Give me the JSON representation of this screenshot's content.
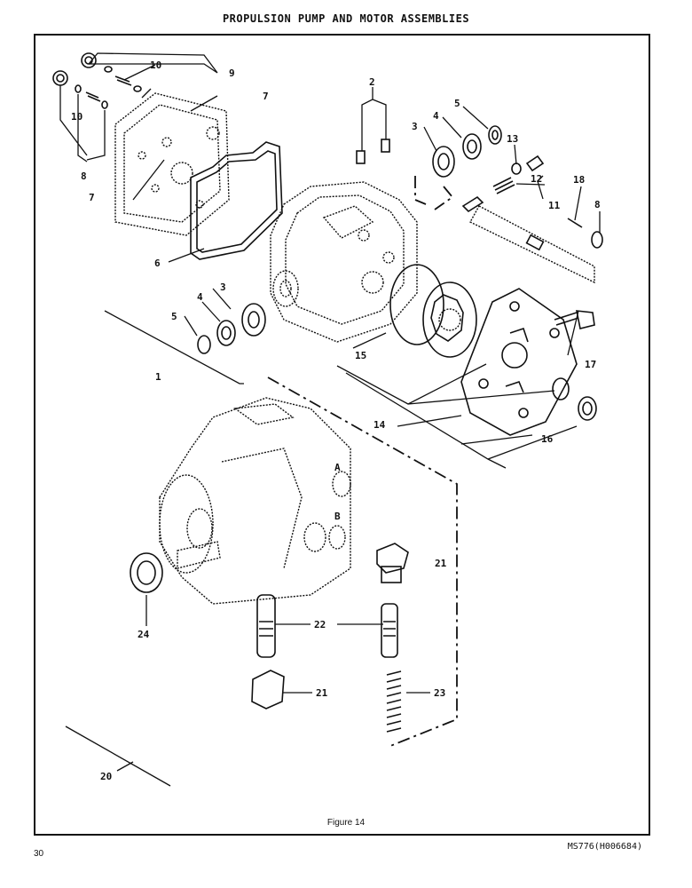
{
  "page_title": "PROPULSION PUMP AND MOTOR ASSEMBLIES",
  "figure_caption": "Figure 14",
  "page_number": "30",
  "document_id": "MS776(H006684)",
  "callouts": [
    {
      "id": "c1",
      "label": "1"
    },
    {
      "id": "c2",
      "label": "2"
    },
    {
      "id": "c3a",
      "label": "3"
    },
    {
      "id": "c3b",
      "label": "3"
    },
    {
      "id": "c4a",
      "label": "4"
    },
    {
      "id": "c4b",
      "label": "4"
    },
    {
      "id": "c5a",
      "label": "5"
    },
    {
      "id": "c5b",
      "label": "5"
    },
    {
      "id": "c6",
      "label": "6"
    },
    {
      "id": "c7a",
      "label": "7"
    },
    {
      "id": "c7b",
      "label": "7"
    },
    {
      "id": "c8a",
      "label": "8"
    },
    {
      "id": "c8b",
      "label": "8"
    },
    {
      "id": "c9",
      "label": "9"
    },
    {
      "id": "c10a",
      "label": "10"
    },
    {
      "id": "c10b",
      "label": "10"
    },
    {
      "id": "c11",
      "label": "11"
    },
    {
      "id": "c12",
      "label": "12"
    },
    {
      "id": "c13",
      "label": "13"
    },
    {
      "id": "c14",
      "label": "14"
    },
    {
      "id": "c15",
      "label": "15"
    },
    {
      "id": "c16",
      "label": "16"
    },
    {
      "id": "c17",
      "label": "17"
    },
    {
      "id": "c18",
      "label": "18"
    },
    {
      "id": "c20",
      "label": "20"
    },
    {
      "id": "c21a",
      "label": "21"
    },
    {
      "id": "c21b",
      "label": "21"
    },
    {
      "id": "c22",
      "label": "22"
    },
    {
      "id": "c23",
      "label": "23"
    },
    {
      "id": "c24",
      "label": "24"
    }
  ]
}
